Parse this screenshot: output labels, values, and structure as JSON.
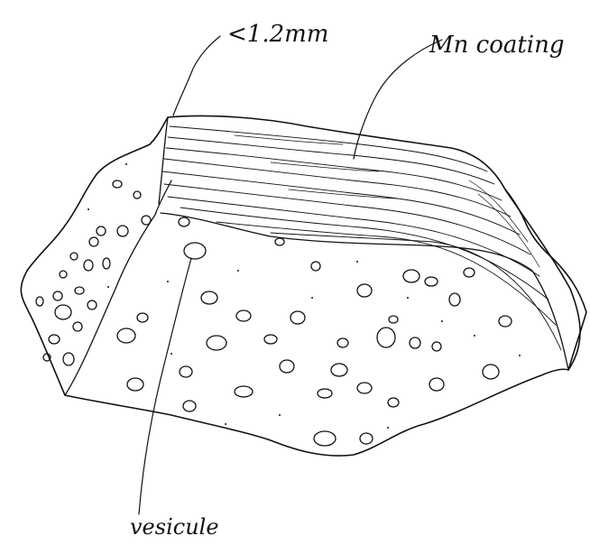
{
  "labels": {
    "thickness": "<1.2mm",
    "coating": "Mn coating",
    "vesicle": "vesicule"
  },
  "colors": {
    "ink": "#111111",
    "paper": "#ffffff"
  }
}
